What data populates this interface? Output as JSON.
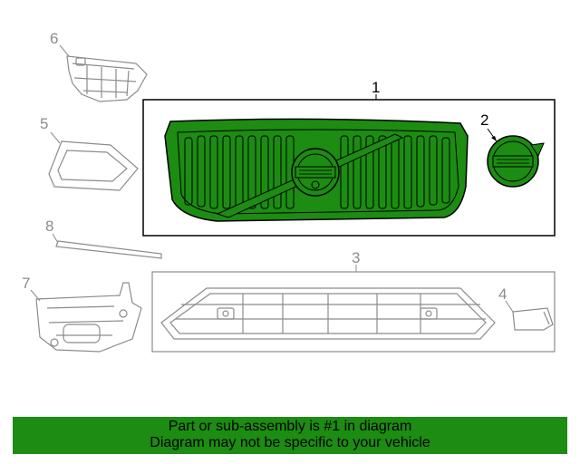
{
  "callouts": {
    "c1": "1",
    "c2": "2",
    "c3": "3",
    "c4": "4",
    "c5": "5",
    "c6": "6",
    "c7": "7",
    "c8": "8"
  },
  "banner": {
    "line1": "Part or sub-assembly is #1 in diagram",
    "line2": "Diagram may not be specific to your vehicle"
  },
  "colors": {
    "highlight": "#1c8c12",
    "outline": "#000000",
    "muted": "#8c8c8c"
  }
}
